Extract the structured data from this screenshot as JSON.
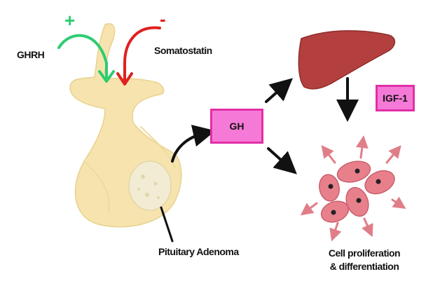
{
  "labels": {
    "ghrh": "GHRH",
    "somatostatin": "Somatostatin",
    "plus": "+",
    "minus": "-",
    "gh": "GH",
    "igf1": "IGF-1",
    "adenoma": "Pituitary Adenoma",
    "cell_line1": "Cell proliferation",
    "cell_line2": "& differentiation"
  },
  "colors": {
    "stimulate": "#2ecc71",
    "inhibit": "#e02020",
    "hormone_box_fill": "#f57ad8",
    "hormone_box_border": "#e22fa6",
    "pituitary": "#f6e3ae",
    "adenoma": "#f3ecd4",
    "liver": "#b3403e",
    "gallbladder": "#2f8f4a",
    "cell": "#e8808c",
    "cell_arrow": "#e07e88"
  }
}
